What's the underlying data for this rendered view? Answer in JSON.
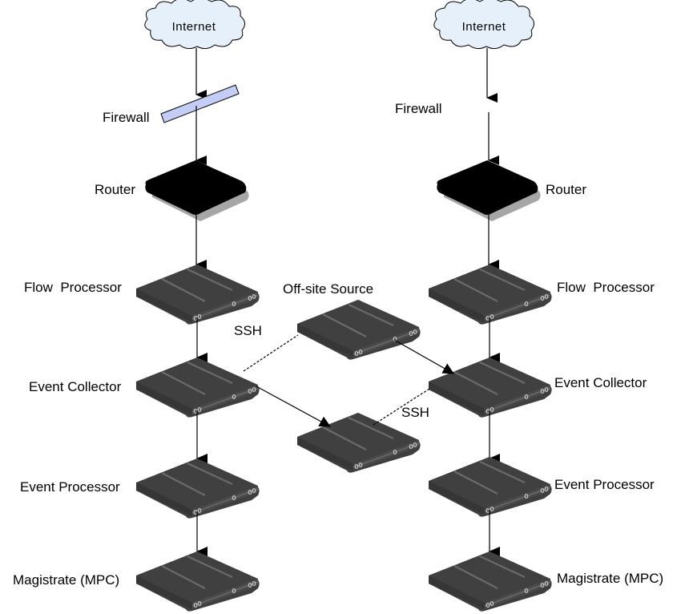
{
  "diagram": {
    "colors": {
      "cloud_fill": "#e6f0fb",
      "firewall_fill": "#c3cdf5",
      "router_fill": "#000000",
      "router_shadow": "#a6a6a6",
      "server_fill": "#3f3f3f",
      "server_stripe": "#6a6a6a",
      "line": "#000000"
    },
    "left_stack": {
      "internet": "Internet",
      "firewall": "Firewall",
      "router": "Router",
      "flow_processor": "Flow  Processor",
      "event_collector": "Event Collector",
      "event_processor": "Event Processor",
      "magistrate": "Magistrate (MPC)"
    },
    "right_stack": {
      "internet": "Internet",
      "firewall": "Firewall",
      "router": "Router",
      "flow_processor": "Flow  Processor",
      "event_collector": "Event Collector",
      "event_processor": "Event Processor",
      "magistrate": "Magistrate (MPC)"
    },
    "middle": {
      "offsite_source": "Off-site Source",
      "ssh_top": "SSH",
      "ssh_bottom": "SSH"
    },
    "edges": [
      {
        "from": "left.internet",
        "to": "left.firewall",
        "style": "arrow"
      },
      {
        "from": "left.firewall",
        "to": "left.router",
        "style": "arrow"
      },
      {
        "from": "left.router",
        "to": "left.flow_processor",
        "style": "arrow"
      },
      {
        "from": "left.flow_processor",
        "to": "left.event_collector",
        "style": "arrow"
      },
      {
        "from": "left.event_collector",
        "to": "left.event_processor",
        "style": "arrow"
      },
      {
        "from": "left.event_processor",
        "to": "left.magistrate",
        "style": "arrow"
      },
      {
        "from": "right.internet",
        "to": "right.firewall",
        "style": "arrow"
      },
      {
        "from": "right.firewall",
        "to": "right.router",
        "style": "arrow"
      },
      {
        "from": "right.router",
        "to": "right.flow_processor",
        "style": "arrow"
      },
      {
        "from": "right.flow_processor",
        "to": "right.event_collector",
        "style": "arrow"
      },
      {
        "from": "right.event_collector",
        "to": "right.event_processor",
        "style": "arrow"
      },
      {
        "from": "right.event_processor",
        "to": "right.magistrate",
        "style": "arrow"
      },
      {
        "from": "offsite_source",
        "to": "right.event_collector",
        "style": "arrow"
      },
      {
        "from": "left.event_collector",
        "to": "middle_server",
        "style": "arrow"
      },
      {
        "from": "left.event_collector",
        "to": "offsite_source",
        "style": "dashed",
        "label": "SSH"
      },
      {
        "from": "right.event_collector",
        "to": "middle_server",
        "style": "dashed",
        "label": "SSH"
      }
    ]
  }
}
